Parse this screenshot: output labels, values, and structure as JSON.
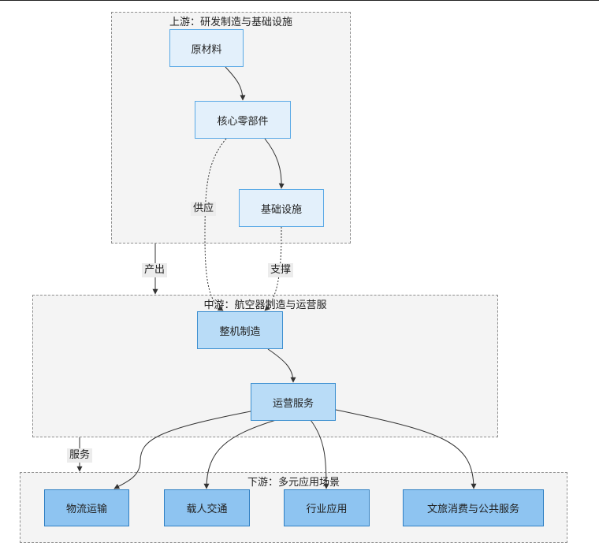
{
  "groups": {
    "upstream": "上游：研发制造与基础设施",
    "midstream": "中游：航空器制造与运营服",
    "downstream": "下游：多元应用场景"
  },
  "nodes": {
    "raw_materials": "原材料",
    "core_parts": "核心零部件",
    "infrastructure": "基础设施",
    "aircraft_mfg": "整机制造",
    "operation": "运营服务",
    "logistics": "物流运输",
    "passenger": "载人交通",
    "industry": "行业应用",
    "tourism": "文旅消费与公共服务"
  },
  "edge_labels": {
    "supply": "供应",
    "output": "产出",
    "support": "支撑",
    "service": "服务"
  }
}
